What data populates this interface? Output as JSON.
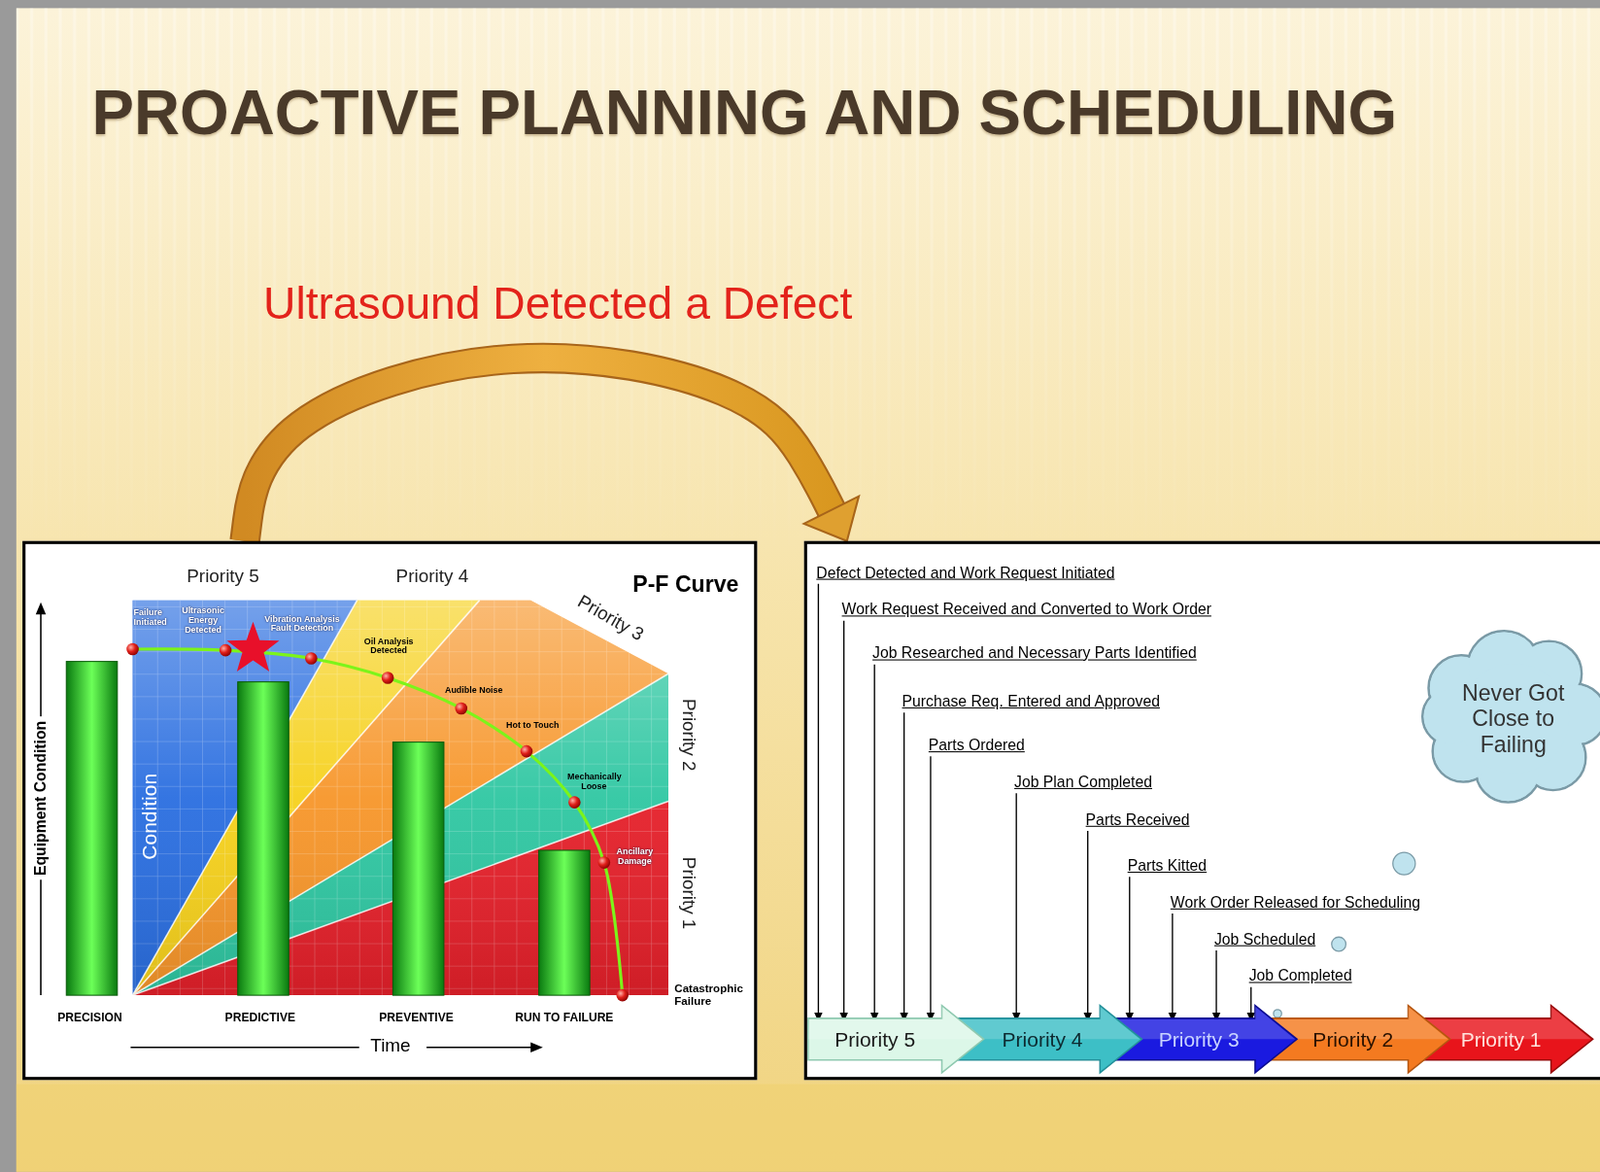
{
  "diagram": {
    "title": "PROACTIVE PLANNING AND SCHEDULING",
    "nodes": [
      {
        "text": [
          "P-F Curve"
        ]
      },
      {
        "text": [
          "Defect Detected and Work Request Initiated",
          "Work Request Received and Converted to Work Order",
          "Job Researched and Necessary Parts Identified",
          "Purchase Req. Entered and Approved",
          "Parts Ordered",
          "Job Plan Completed",
          "Parts Received",
          "Parts Kitted",
          "Work Order Released for Scheduling",
          "Job Scheduled",
          "Job Completed"
        ]
      },
      {
        "text": [
          "Priority 5"
        ],
        "in": 1
      },
      {
        "text": [
          "Priority 4"
        ],
        "in": 1
      },
      {
        "text": [
          "Priority 3"
        ],
        "in": 1
      },
      {
        "text": [
          "Priority 2"
        ],
        "in": 1
      },
      {
        "text": [
          "Priority 1"
        ],
        "in": 1
      },
      {
        "text": [
          "Never Got Close to Failing"
        ],
        "in": 1
      }
    ],
    "edges": [
      {
        "from": 0,
        "to": 1,
        "arrow": "to",
        "label": "Ultrasound Detected a Defect"
      }
    ],
    "labels": [
      "Priority 5",
      "Priority 4",
      "Priority 3",
      "Priority 2",
      "Priority 1",
      "Failure Initiated",
      "Ultrasonic Energy Detected",
      "Vibration Analysis Fault Detection",
      "Oil Analysis Detected",
      "Audible Noise",
      "Hot to Touch",
      "Mechanically Loose",
      "Ancillary Damage",
      "Condition",
      "Equipment Condition",
      "Time",
      "PRECISION",
      "PREDICTIVE",
      "PREVENTIVE",
      "RUN TO FAILURE",
      "Catastrophic Failure"
    ]
  }
}
